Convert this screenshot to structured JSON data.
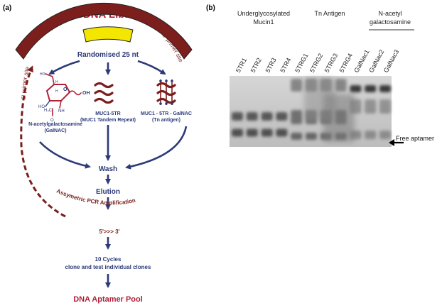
{
  "panel_a": {
    "label": "(a)",
    "title": "ssDNA Library",
    "left_primer": "5' primer site",
    "right_primer": "3' primer site",
    "randomised": "Randomised 25 nt",
    "galnac_name": "N-acetylgalactosamine",
    "galnac_abbr": "(GalNAC)",
    "muc1_5tr_name": "MUC1-5TR",
    "muc1_5tr_desc": "(MUC1 Tandem Repeat)",
    "muc1_galnac_name": "MUC1 - 5TR - GalNAC",
    "muc1_galnac_desc": "(Tn antigen)",
    "wash": "Wash",
    "elution": "Elution",
    "pcr": "Assymetric PCR Amplification",
    "direction": "5'>>> 3'",
    "cycles_line1": "10 Cycles",
    "cycles_line2": "clone and test individual clones",
    "pool": "DNA Aptamer Pool",
    "colors": {
      "red": "#b0213a",
      "brown": "#7b1e1c",
      "navy": "#2c3a78",
      "yellow": "#f3e600"
    }
  },
  "panel_b": {
    "label": "(b)",
    "group_underglycosylated": [
      "Underglycosylated",
      "Mucin1"
    ],
    "group_tn": "Tn Antigen",
    "group_galnac": [
      "N-acetyl",
      "galactosamine"
    ],
    "lanes": [
      "5TR1",
      "5TR2",
      "5TR3",
      "5TR4",
      "5TRG1",
      "5TRG2",
      "5TRG3",
      "5TRG4",
      "GalNac1",
      "GalNac2",
      "GalNac3"
    ],
    "free_aptamer": "Free aptamer"
  }
}
